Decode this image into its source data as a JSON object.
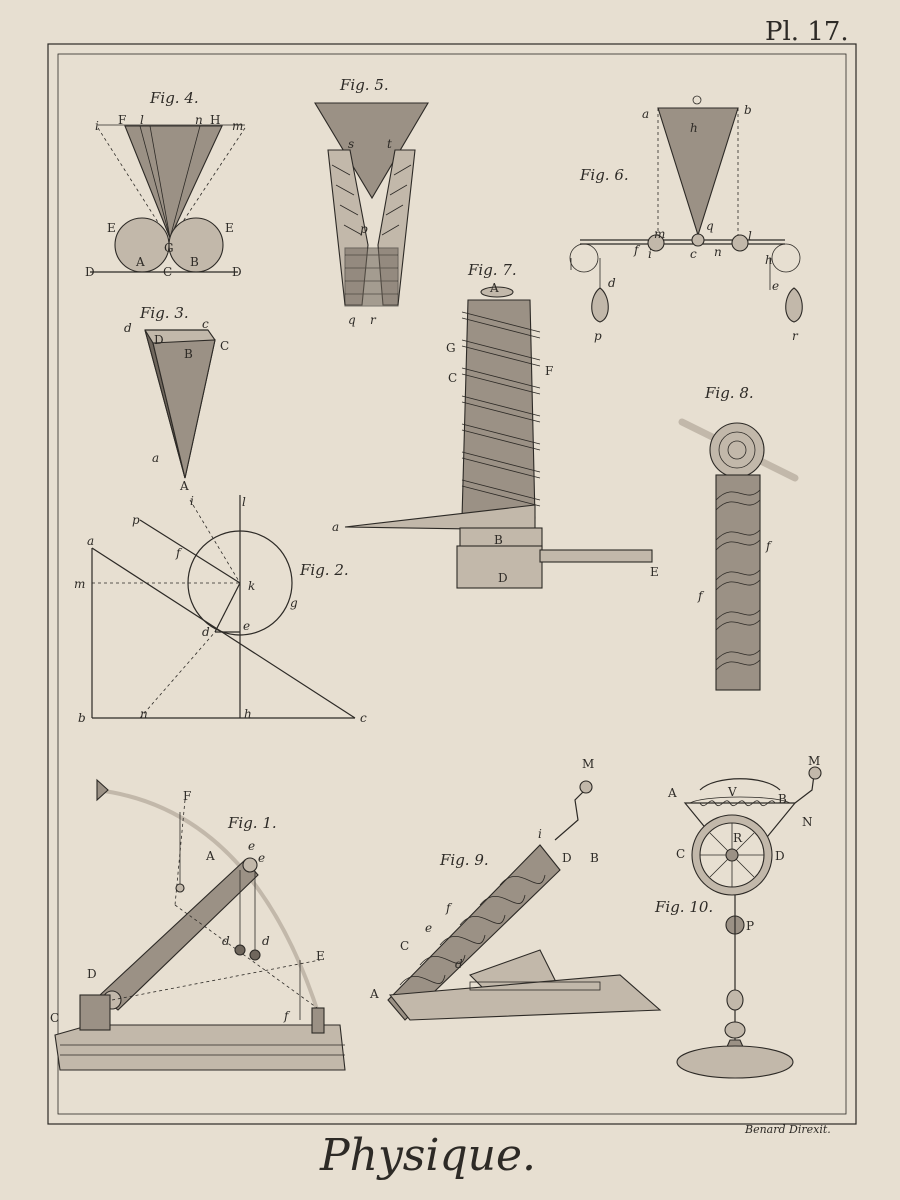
{
  "plate": {
    "number": "Pl. 17.",
    "title": "Physique.",
    "credit": "Benard Direxit."
  },
  "colors": {
    "paper": "#e7dfd1",
    "ink": "#2d2a26"
  },
  "figures": {
    "fig1": {
      "label": "Fig. 1.",
      "letters": {
        "F": "F",
        "A": "A",
        "e1": "e",
        "e2": "e",
        "d1": "d",
        "d2": "d",
        "D": "D",
        "E": "E",
        "C": "C",
        "f": "f"
      }
    },
    "fig2": {
      "label": "Fig. 2.",
      "letters": {
        "p": "p",
        "i": "i",
        "l": "l",
        "a": "a",
        "f": "f",
        "k": "k",
        "m": "m",
        "g": "g",
        "d": "d",
        "e": "e",
        "b": "b",
        "n": "n",
        "h": "h",
        "c": "c"
      }
    },
    "fig3": {
      "label": "Fig. 3.",
      "letters": {
        "d": "d",
        "D": "D",
        "c": "c",
        "B": "B",
        "C": "C",
        "a": "a",
        "A": "A"
      }
    },
    "fig4": {
      "label": "Fig. 4.",
      "letters": {
        "i": "i",
        "F": "F",
        "l": "l",
        "n": "n",
        "H": "H",
        "m": "m",
        "E1": "E",
        "E2": "E",
        "G": "G",
        "A": "A",
        "B": "B",
        "D1": "D",
        "C": "C",
        "D2": "D"
      }
    },
    "fig5": {
      "label": "Fig. 5.",
      "letters": {
        "s": "s",
        "t": "t",
        "p": "p",
        "q": "q",
        "r": "r"
      }
    },
    "fig6": {
      "label": "Fig. 6.",
      "letters": {
        "a": "a",
        "h": "h",
        "b": "b",
        "m": "m",
        "q": "q",
        "f": "f",
        "i": "i",
        "c": "c",
        "n": "n",
        "l": "l",
        "h2": "h",
        "d": "d",
        "e": "e",
        "p": "p",
        "r": "r"
      }
    },
    "fig7": {
      "label": "Fig. 7.",
      "letters": {
        "A": "A",
        "G": "G",
        "C": "C",
        "F": "F",
        "a": "a",
        "B": "B",
        "D": "D",
        "E": "E"
      }
    },
    "fig8": {
      "label": "Fig. 8.",
      "letters": {
        "f1": "f",
        "f2": "f"
      }
    },
    "fig9": {
      "label": "Fig. 9.",
      "letters": {
        "M": "M",
        "i": "i",
        "D": "D",
        "B": "B",
        "f": "f",
        "e": "e",
        "C": "C",
        "d": "d",
        "A": "A"
      }
    },
    "fig10": {
      "label": "Fig. 10.",
      "letters": {
        "M": "M",
        "A": "A",
        "V": "V",
        "B": "B",
        "N": "N",
        "R": "R",
        "C": "C",
        "D": "D",
        "P": "P"
      }
    }
  }
}
